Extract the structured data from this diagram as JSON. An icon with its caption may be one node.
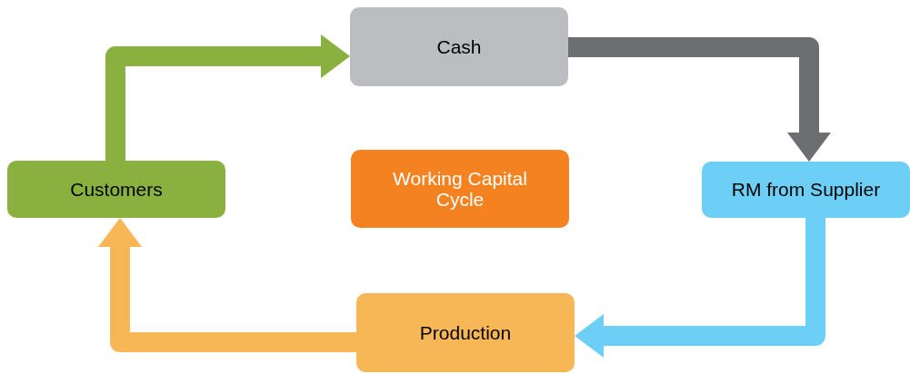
{
  "diagram": {
    "nodes": [
      {
        "text": [
          "Cash"
        ]
      },
      {
        "text": [
          "RM from Supplier"
        ]
      },
      {
        "text": [
          "Production"
        ]
      },
      {
        "text": [
          "Customers"
        ]
      },
      {
        "text": [
          "Working Capital Cycle"
        ]
      }
    ],
    "edges": [
      {
        "from": 3,
        "to": 0,
        "arrow": "to",
        "color": "#8ab140"
      },
      {
        "from": 0,
        "to": 1,
        "arrow": "to",
        "color": "#6d6e71"
      },
      {
        "from": 1,
        "to": 2,
        "arrow": "to",
        "color": "#6dcff6"
      },
      {
        "from": 2,
        "to": 3,
        "arrow": "to",
        "color": "#f7b757"
      }
    ]
  }
}
